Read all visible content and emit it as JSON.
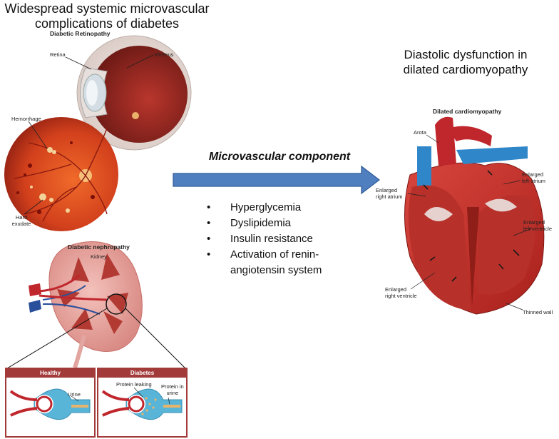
{
  "left_panel": {
    "title_line1": "Widespread systemic microvascular",
    "title_line2": "complications of diabetes",
    "retinopathy": {
      "heading": "Diabetic Retinopathy",
      "labels": {
        "retina": "Retina",
        "vitreous": "Vitreous",
        "hemorrhage": "Hemorrhage",
        "hard_exudate": "Hard\nexudate"
      }
    },
    "nephropathy": {
      "heading": "Diabetic nephropathy",
      "kidney_label": "Kidney",
      "healthy_box": {
        "title": "Healthy",
        "urine": "Urine"
      },
      "diabetes_box": {
        "title": "Diabetes",
        "protein_leaking": "Protein leaking",
        "protein_in_urine": "Protein in\nurine"
      }
    }
  },
  "middle": {
    "arrow_label": "Microvascular component",
    "bullet_glyph": "•",
    "factors": [
      "Hyperglycemia",
      "Dyslipidemia",
      "Insulin resistance",
      "Activation of renin-\nangiotensin system"
    ]
  },
  "right_panel": {
    "title_line1": "Diastolic dysfunction in",
    "title_line2": "dilated cardiomyopathy",
    "heart": {
      "heading": "Dilated cardiomyopathy",
      "labels": {
        "aorta": "Arota",
        "enlarged_left_atrium": "Enlarged\nleft atrium",
        "enlarged_right_atrium": "Enlarged\nright atrium",
        "enlarged_left_ventricle": "Enlarged\nleft ventricle",
        "enlarged_right_ventricle": "Enlarged\nright ventricle",
        "thinned_wall": "Thinned wall"
      }
    }
  },
  "colors": {
    "arrow_fill": "#4f7fbf",
    "arrow_stroke": "#2d5a96",
    "box_header": "#a33a3a",
    "vessel_red": "#c0272d",
    "vessel_blue": "#2f86c8"
  }
}
